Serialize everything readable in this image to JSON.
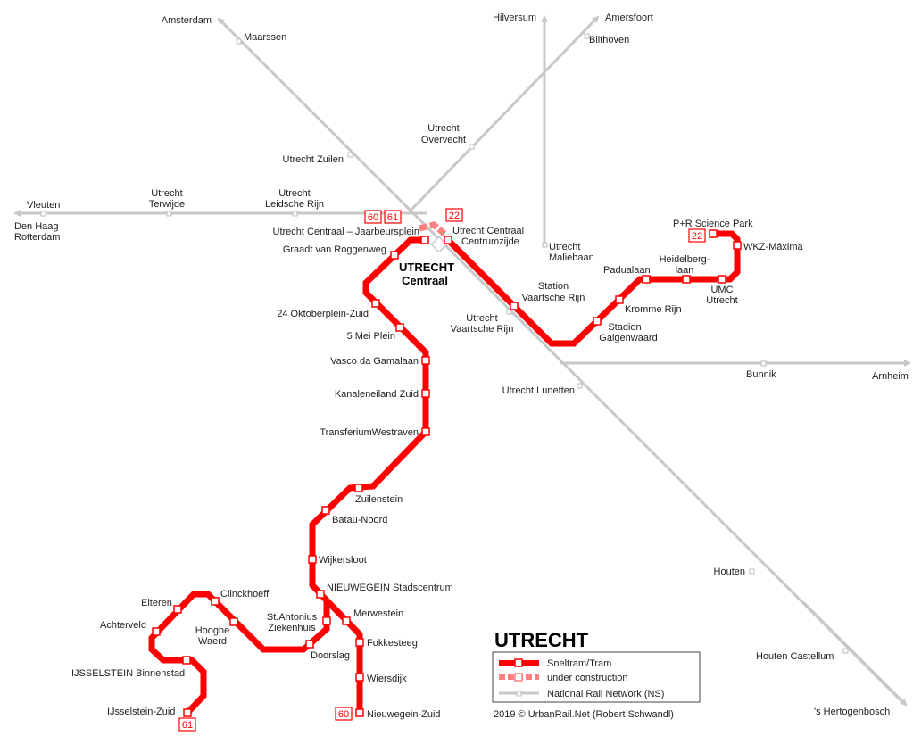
{
  "title": "UTRECHT",
  "colors": {
    "tram": "#ff0000",
    "construction": "#ff8080",
    "rail": "#c8c8c8"
  },
  "legend": {
    "tram": "Sneltram/Tram",
    "construction": "under construction",
    "rail": "National Rail Network (NS)"
  },
  "credit": "2019 © UrbanRail.Net (Robert Schwandl)",
  "badges": {
    "l60": "60",
    "l61": "61",
    "l22": "22"
  },
  "rail_labels": {
    "amsterdam": "Amsterdam",
    "maarssen": "Maarssen",
    "hilversum": "Hilversum",
    "amersfoort": "Amersfoort",
    "bilthoven": "Bilthoven",
    "overvecht": [
      "Utrecht",
      "Overvecht"
    ],
    "zuilen": "Utrecht Zuilen",
    "vleuten": "Vleuten",
    "denhaag": [
      "Den Haag",
      "Rotterdam"
    ],
    "terwijde": [
      "Utrecht",
      "Terwijde"
    ],
    "leidsche": [
      "Utrecht",
      "Leidsche Rijn"
    ],
    "maliebaan": [
      "Utrecht",
      "Maliebaan"
    ],
    "vaartsche_ns": [
      "Utrecht",
      "Vaartsche Rijn"
    ],
    "lunetten": "Utrecht Lunetten",
    "bunnik": "Bunnik",
    "arnheim": "Arnheim",
    "houten": "Houten",
    "castellum": "Houten Castellum",
    "hertogenbosch": "'s Hertogenbosch"
  },
  "hub": [
    "UTRECHT",
    "Centraal"
  ],
  "tram_labels": {
    "jaarbeurs": "Utrecht Centraal – Jaarbeursplein",
    "centrumzijde": [
      "Utrecht Centraal",
      "Centrumzijde"
    ],
    "graadt": "Graadt van Roggenweg",
    "okt24": "24 Oktoberplein-Zuid",
    "mei5": "5 Mei Plein",
    "vasco": "Vasco da Gamalaan",
    "kanaleneiland": "Kanaleneiland Zuid",
    "westraven": "TransferiumWestraven",
    "zuilenstein": "Zuilenstein",
    "batau": "Batau-Noord",
    "wijkersloot": "Wijkersloot",
    "stadscentrum": "NIEUWEGEIN Stadscentrum",
    "merwestein": "Merwestein",
    "fokkesteeg": "Fokkesteeg",
    "wiersdijk": "Wiersdijk",
    "nwgzuid": "Nieuwegein-Zuid",
    "antonius": [
      "St.Antonius",
      "Ziekenhuis"
    ],
    "doorslag": "Doorslag",
    "hooghe": [
      "Hooghe",
      "Waerd"
    ],
    "clinckhoeff": "Clinckhoeff",
    "eiteren": "Eiteren",
    "achterveld": "Achterveld",
    "binnenstad": "IJSSELSTEIN Binnenstad",
    "ijszuid": "IJsselstein-Zuid",
    "vaartsche": [
      "Station",
      "Vaartsche Rijn"
    ],
    "galgenwaard": [
      "Stadion",
      "Galgenwaard"
    ],
    "kromme": "Kromme Rijn",
    "padualaan": "Padualaan",
    "heidelberg": [
      "Heidelberg-",
      "laan"
    ],
    "umc": [
      "UMC",
      "Utrecht"
    ],
    "wkz": "WKZ-Máxima",
    "science": "P+R Science Park"
  }
}
